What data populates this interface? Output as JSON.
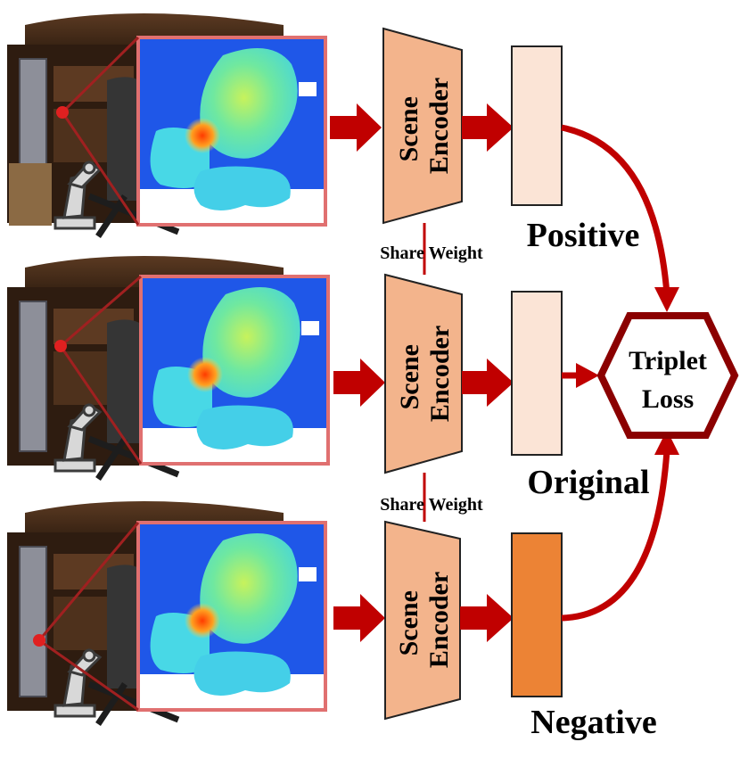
{
  "encoder": {
    "line1": "Scene",
    "line2": "Encoder"
  },
  "share_weight_label": "Share Weight",
  "embeddings": {
    "positive_label": "Positive",
    "original_label": "Original",
    "negative_label": "Negative"
  },
  "loss": {
    "line1": "Triplet",
    "line2": "Loss"
  },
  "colors": {
    "encoder_fill": "#f3b48c",
    "embedding_light": "#fbe4d6",
    "embedding_dark": "#ec8335",
    "arrow": "#c00000",
    "loss_border": "#8b0000",
    "depth_background": "#1f57e8"
  }
}
